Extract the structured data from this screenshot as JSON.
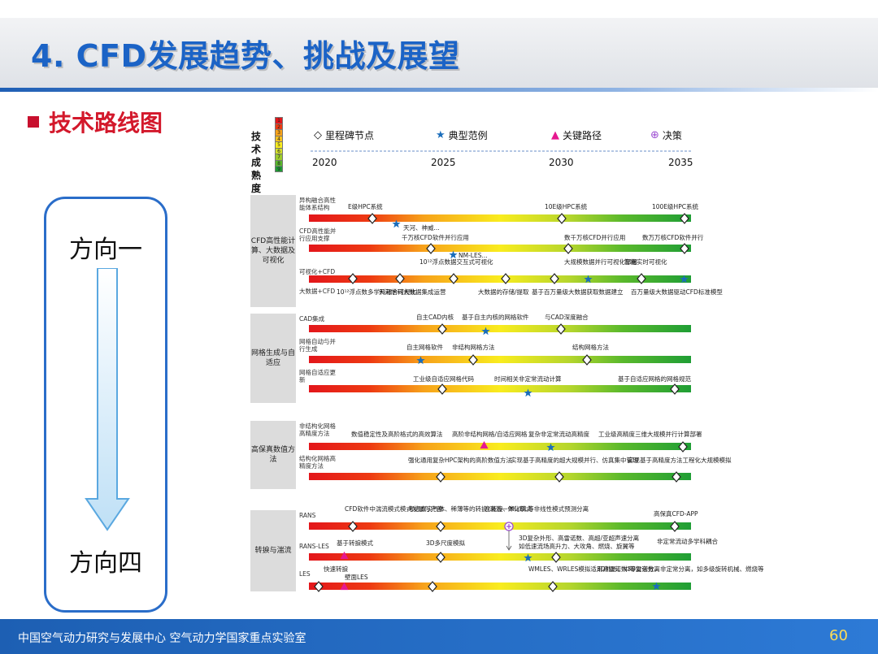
{
  "slide": {
    "title": "4. CFD发展趋势、挑战及展望",
    "section_title": "技术路线图",
    "page_number": "60",
    "footer_text": "中国空气动力研究与发展中心 空气动力学国家重点实验室"
  },
  "directions": {
    "top": "方向一",
    "bottom": "方向四"
  },
  "roadmap": {
    "maturity_label": "技术成熟度",
    "maturity_levels": [
      "1",
      "2",
      "3",
      "4",
      "5",
      "6",
      "7",
      "8",
      "9"
    ],
    "legend": {
      "milestone": "里程碑节点",
      "example": "典型范例",
      "critical_path": "关键路径",
      "decision": "决策"
    },
    "years": [
      "2020",
      "2025",
      "2030",
      "2035"
    ],
    "categories": [
      {
        "name": "CFD高性能计算、大数据及可视化",
        "rows": [
          {
            "label": "异构融合高性能体系结构",
            "notes": [
              "E级HPC系统",
              "10E级HPC系统",
              "100E级HPC系统"
            ]
          },
          {
            "label": "CFD高性能并行应用支撑",
            "notes": [
              "天河、神威...",
              "千万核CFD软件并行应用",
              "数千万核CFD并行应用",
              "数万万核CFD软件并行"
            ]
          },
          {
            "label": "可视化+CFD",
            "notes": [
              "10¹²浮点数据交互式可视化",
              "NM-LES...",
              "大规模数据并行可视化部署",
              "智能实时可视化"
            ]
          },
          {
            "label": "大数据+CFD",
            "notes": [
              "10¹²浮点数多学科耦合可视化",
              "天河学科大数据集成运营",
              "大数据的存储/提取",
              "基于百万量级大数据获取数据建立",
              "百万量级大数据驱动CFD标准模型"
            ]
          }
        ]
      },
      {
        "name": "网格生成与自适应",
        "rows": [
          {
            "label": "CAD集成",
            "notes": [
              "自主CAD内核",
              "基于自主内核的网格软件",
              "与CAD深度融合"
            ]
          },
          {
            "label": "网格自动与并行生成",
            "notes": [
              "自主网格软件",
              "非结构网格方法",
              "结构网格方法"
            ]
          },
          {
            "label": "网格自适应更新",
            "notes": [
              "工业级自适应网格代码",
              "时间相关非定常流动计算",
              "基于自适应网格的网格规范"
            ]
          }
        ]
      },
      {
        "name": "高保真数值方法",
        "rows": [
          {
            "label": "非结构化网格高精度方法",
            "notes": [
              "数值稳定性及高阶格式的高效算法",
              "高阶非结构网格/自适应网格",
              "复杂非定常流动高精度",
              "工业级高精度三维大规模并行计算部署"
            ]
          },
          {
            "label": "结构化网格高精度方法",
            "notes": [
              "强化通用复杂HPC架构的高阶数值方法",
              "实现基于高精度的超大规模并行、仿真集中管理",
              "实现基于高精度方法工程化大规模模拟"
            ]
          }
        ]
      },
      {
        "name": "转捩与湍流",
        "rows": [
          {
            "label": "RANS",
            "notes": [
              "CFD软件中湍流模式模式发展与完善",
              "考虑真实气体、稀薄等的转捩/湍流一体化模式",
              "含转捩、ML/DL等非线性模式预测分离",
              "高保真CFD-APP"
            ]
          },
          {
            "label": "RANS-LES",
            "notes": [
              "基于转捩模式",
              "3D多尺度模拟",
              "3D复杂外形、高雷诺数、高超/亚超声速分离",
              "如低速流场高升力、大攻角、燃烧、旋翼等",
              "非定常流动多学科耦合"
            ]
          },
          {
            "label": "LES",
            "notes": [
              "快速转捩",
              "壁面LES",
              "WMLES、WRLES模拟适用高雷诺数3D复杂分离",
              "3D外形、中等雷诺数、非定常分离，如多级旋转机械、燃烧等"
            ]
          }
        ]
      }
    ]
  }
}
